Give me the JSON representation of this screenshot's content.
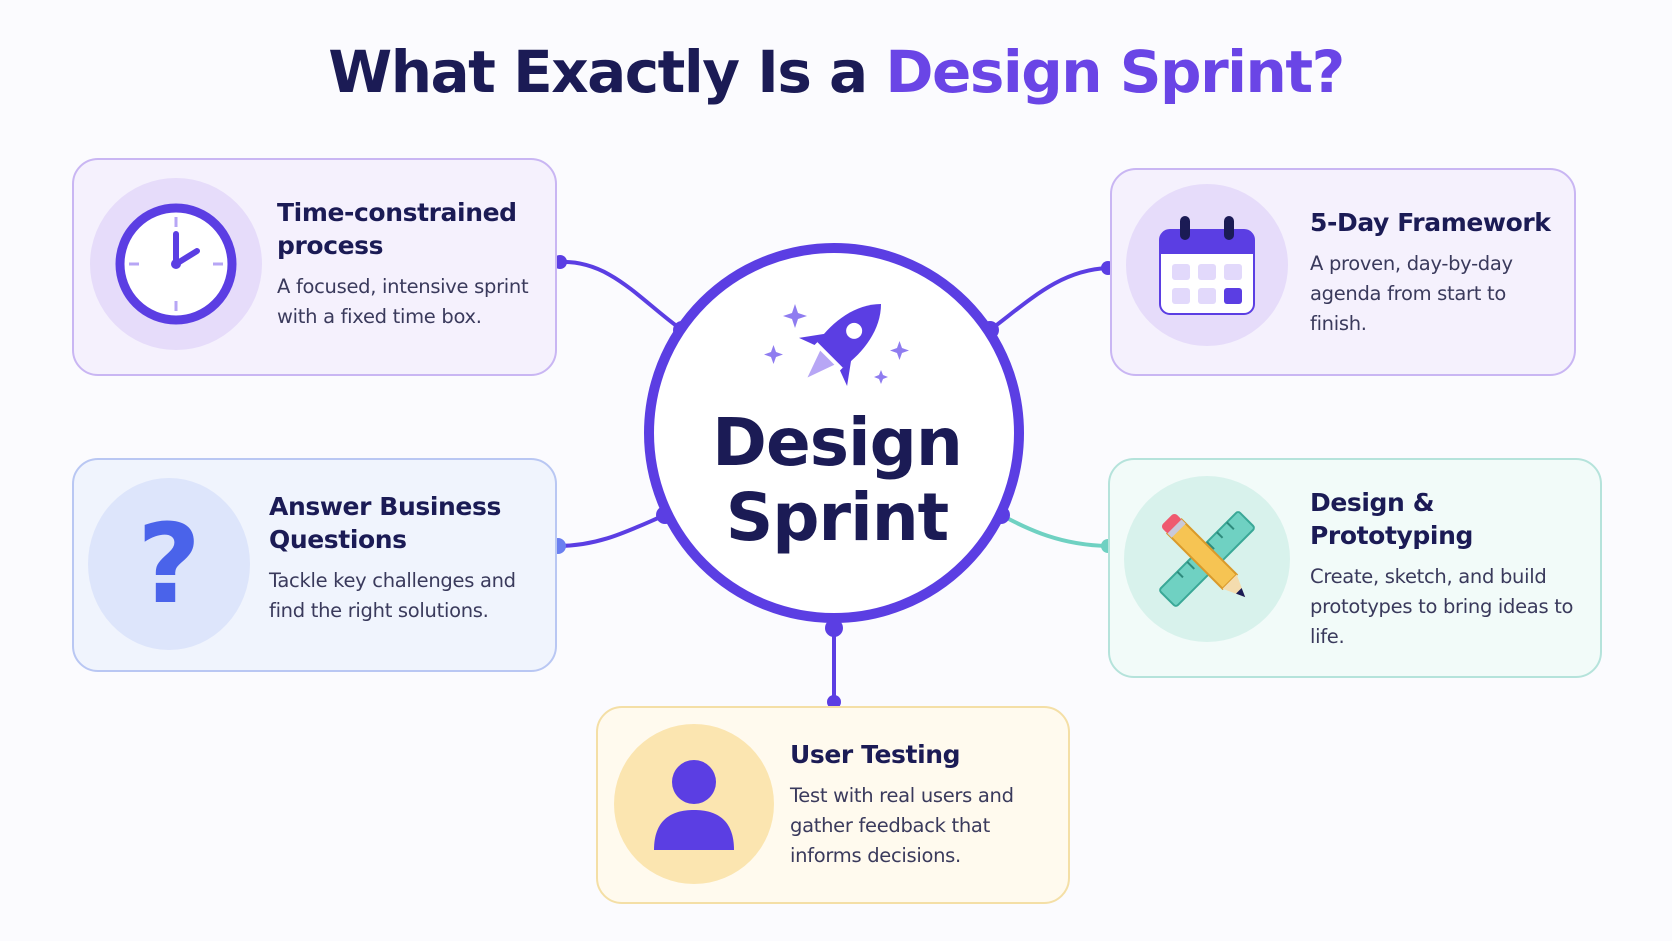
{
  "title": {
    "prefix": "What Exactly Is a ",
    "accent": "Design Sprint?"
  },
  "center": {
    "line1": "Design",
    "line2": "Sprint"
  },
  "cards": {
    "time": {
      "title": "Time-constrained process",
      "desc": "A focused, intensive sprint with a fixed time box.",
      "icon": "clock-icon"
    },
    "framework": {
      "title": "5-Day Framework",
      "desc": "A proven, day-by-day agenda from start to finish.",
      "icon": "calendar-icon"
    },
    "questions": {
      "title": "Answer Business Questions",
      "desc": "Tackle key challenges and find the right solutions.",
      "icon": "question-mark-icon"
    },
    "prototyping": {
      "title": "Design & Prototyping",
      "desc": "Create, sketch, and build prototypes to bring ideas to life.",
      "icon": "pencil-ruler-icon"
    },
    "testing": {
      "title": "User Testing",
      "desc": "Test with real users and gather feedback that informs decisions.",
      "icon": "user-icon"
    }
  },
  "colors": {
    "primary": "#5b3ee3",
    "navy": "#1b1b55",
    "accent_purple": "#6a45e6",
    "teal": "#6fd1c2",
    "yellow_bg": "#fffaee"
  }
}
